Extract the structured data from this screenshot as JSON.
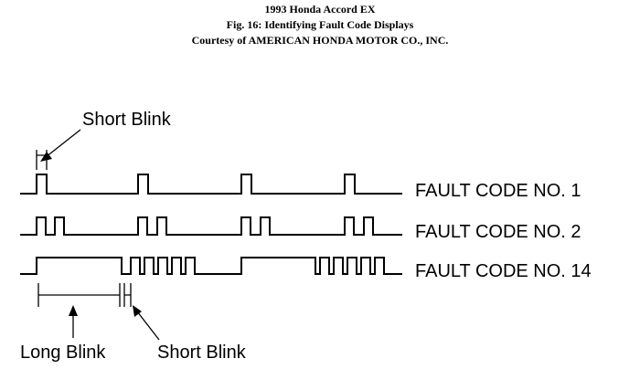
{
  "header": {
    "line1": "1993 Honda Accord EX",
    "line2": "Fig. 16: Identifying Fault Code Displays",
    "line3": "Courtesy of AMERICAN HONDA MOTOR CO., INC."
  },
  "diagram": {
    "callout_top": "Short Blink",
    "rows": [
      {
        "label": "FAULT CODE NO. 1"
      },
      {
        "label": "FAULT CODE NO. 2"
      },
      {
        "label": "FAULT CODE NO. 14"
      }
    ],
    "callout_long": "Long Blink",
    "callout_short_bottom": "Short Blink"
  },
  "colors": {
    "ink": "#000000",
    "background": "#ffffff"
  }
}
